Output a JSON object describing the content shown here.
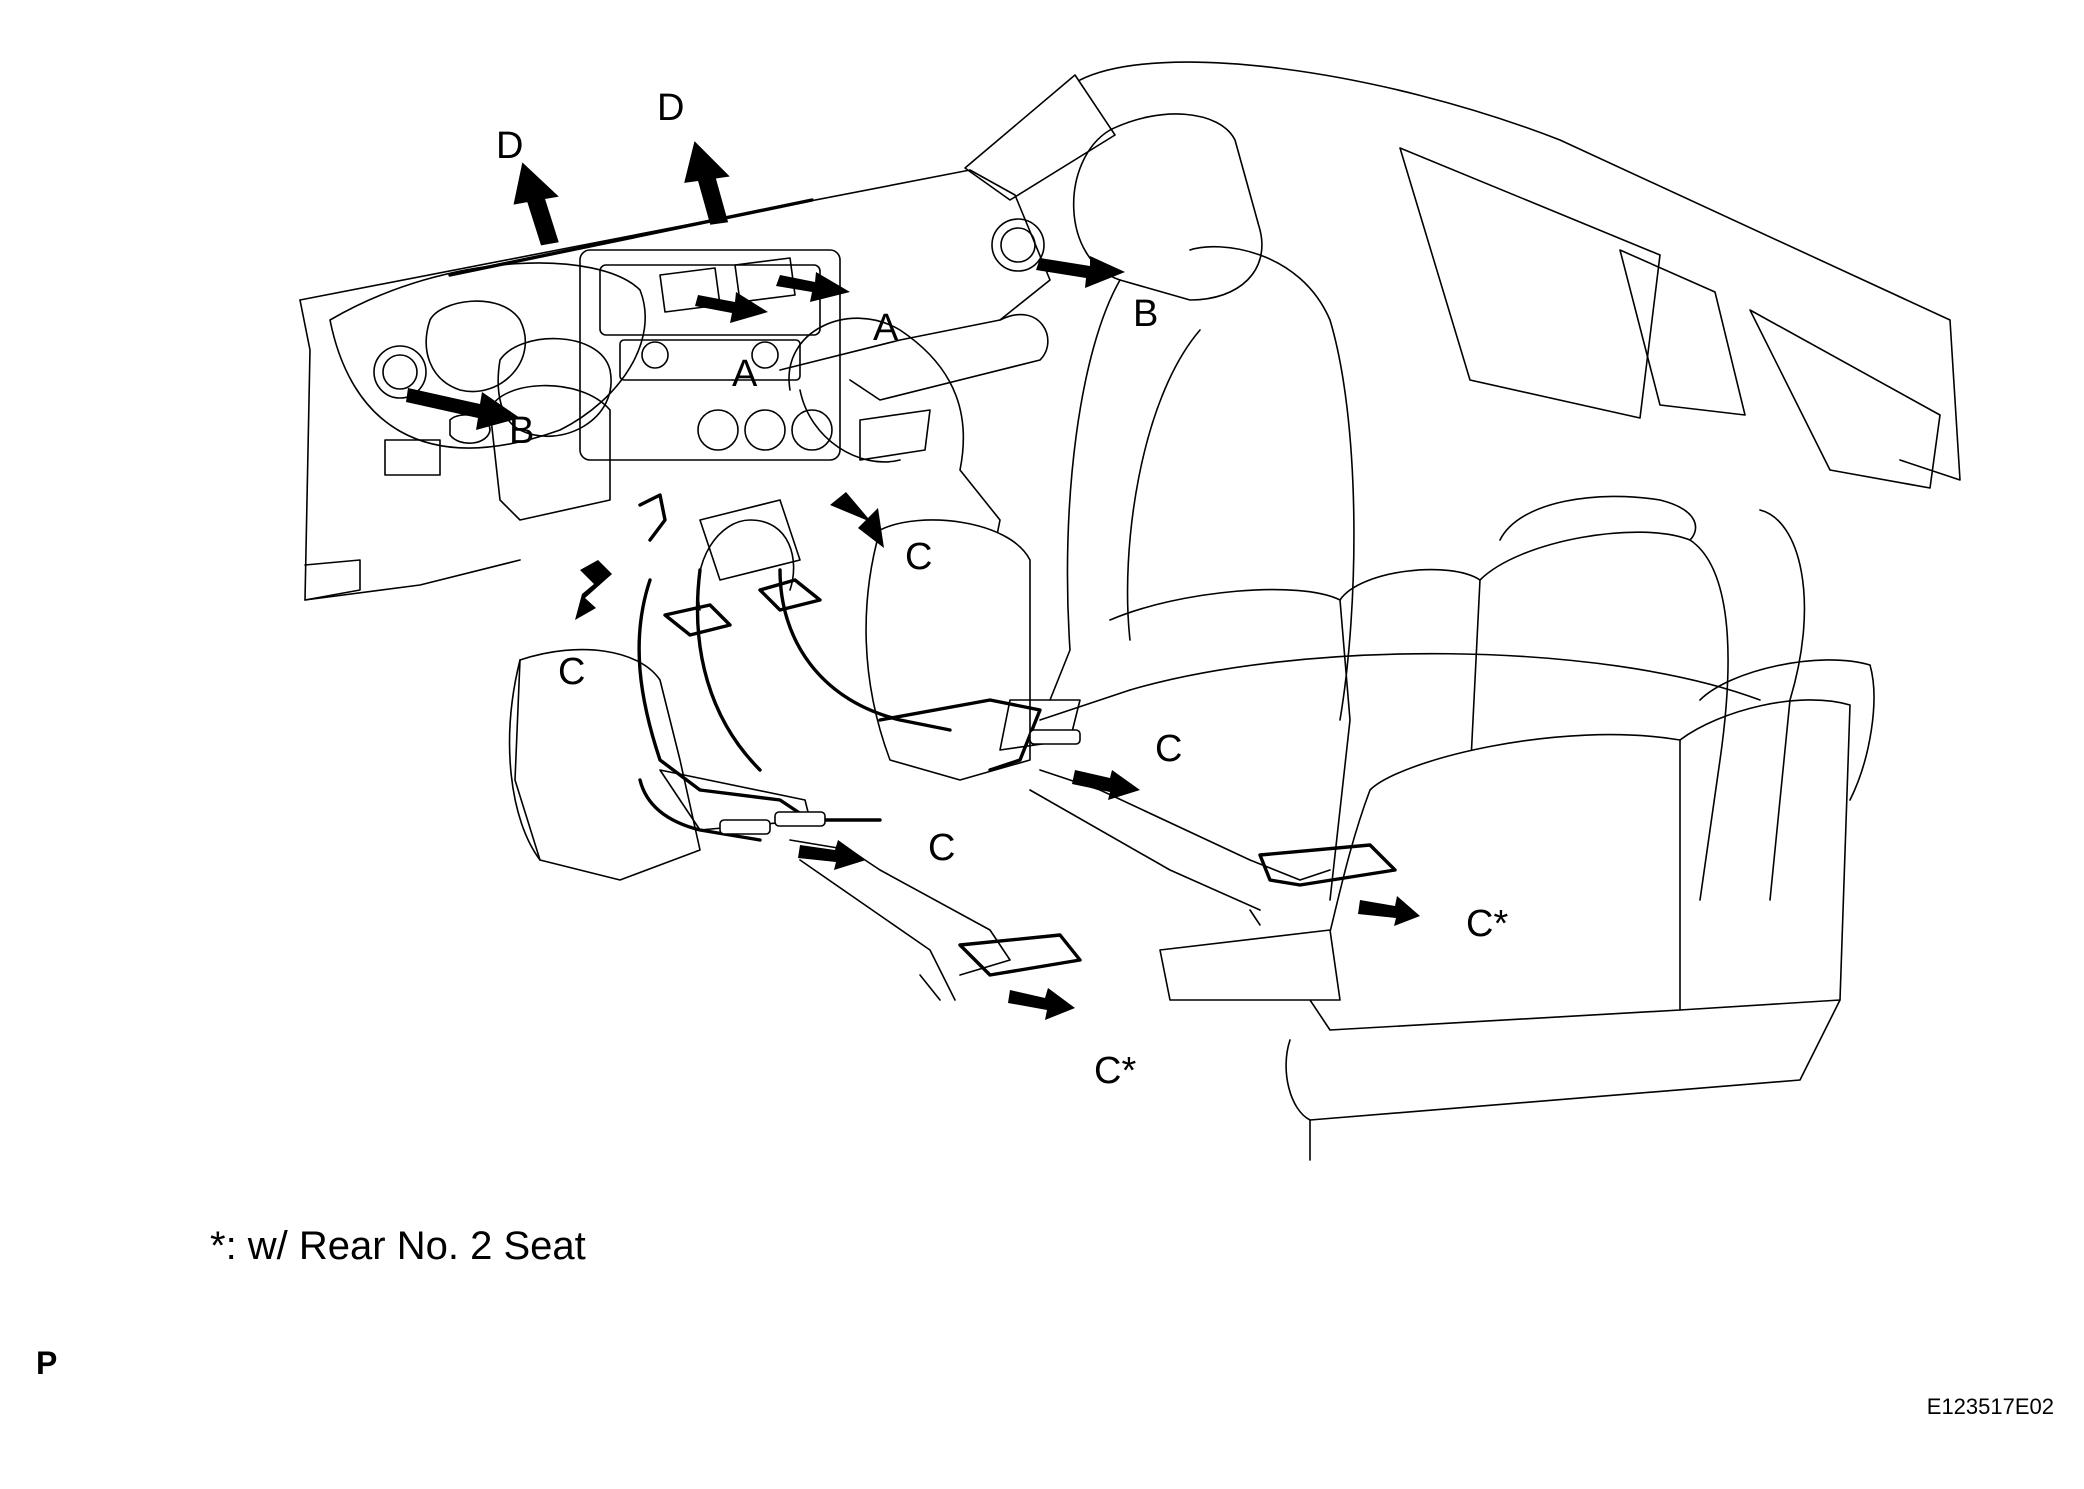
{
  "labels": {
    "A1": "A",
    "A2": "A",
    "B1": "B",
    "B2": "B",
    "C1": "C",
    "C2": "C",
    "C3": "C",
    "C4": "C",
    "C5": "C*",
    "C6": "C*",
    "D1": "D",
    "D2": "D"
  },
  "footnote": "*: w/ Rear No. 2 Seat",
  "page_letter": "P",
  "figure_code": "E123517E02"
}
